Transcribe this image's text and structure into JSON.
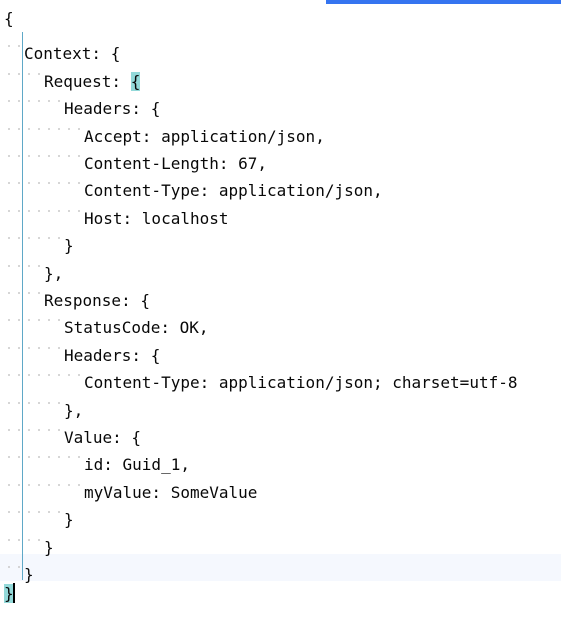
{
  "colors": {
    "text": "#080808",
    "current_line_background": "#f5f8fe",
    "indent_guide": "#5fa8c7",
    "brace_highlight": "#93d9d9",
    "scrollbar_accent": "#3574f0"
  },
  "lines": [
    {
      "indent": 0,
      "text": "{"
    },
    {
      "indent": 1,
      "text": "Context: {"
    },
    {
      "indent": 2,
      "text": "Request: {"
    },
    {
      "indent": 3,
      "text": "Headers: {"
    },
    {
      "indent": 4,
      "text": "Accept: application/json,"
    },
    {
      "indent": 4,
      "text": "Content-Length: 67,"
    },
    {
      "indent": 4,
      "text": "Content-Type: application/json,"
    },
    {
      "indent": 4,
      "text": "Host: localhost"
    },
    {
      "indent": 3,
      "text": "}"
    },
    {
      "indent": 2,
      "text": "},"
    },
    {
      "indent": 2,
      "text": "Response: {"
    },
    {
      "indent": 3,
      "text": "StatusCode: OK,"
    },
    {
      "indent": 3,
      "text": "Headers: {"
    },
    {
      "indent": 4,
      "text": "Content-Type: application/json; charset=utf-8"
    },
    {
      "indent": 3,
      "text": "},"
    },
    {
      "indent": 3,
      "text": "Value: {"
    },
    {
      "indent": 4,
      "text": "id: Guid_1,"
    },
    {
      "indent": 4,
      "text": "myValue: SomeValue"
    },
    {
      "indent": 3,
      "text": "}"
    },
    {
      "indent": 2,
      "text": "}"
    },
    {
      "indent": 1,
      "text": "}"
    },
    {
      "indent": 0,
      "text": "}"
    }
  ],
  "caret": {
    "line": 21,
    "column": 1
  },
  "matched_braces": [
    {
      "line": 2,
      "char_index": 9
    },
    {
      "line": 21,
      "char_index": 0
    }
  ]
}
